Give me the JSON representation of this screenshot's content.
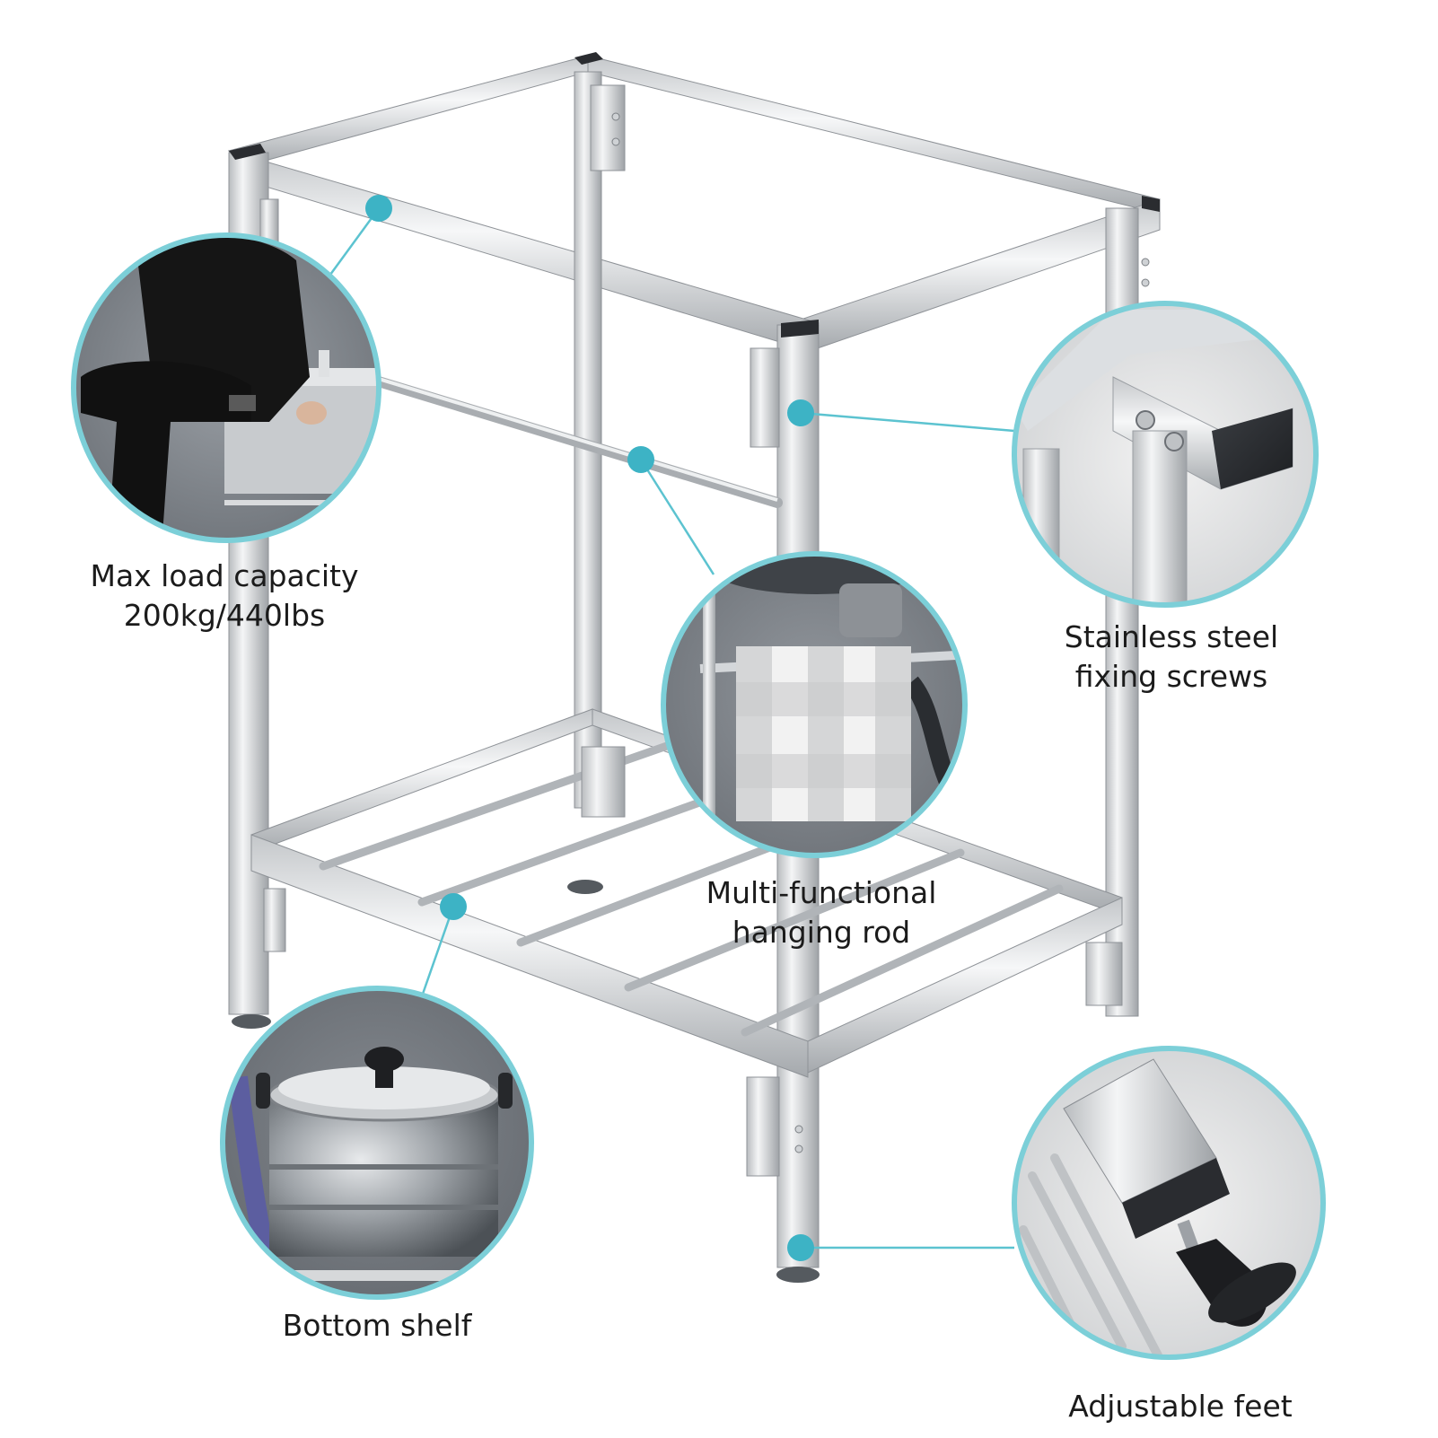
{
  "accent_color": "#5cc3d0",
  "product": {
    "description": "stainless steel sink stand frame with hanging rod and bottom shelf"
  },
  "callouts": {
    "load": {
      "line1": "Max load capacity",
      "line2": "200kg/440lbs",
      "inset_icon": "person-sitting-on-sink-photo"
    },
    "screws": {
      "line1": "Stainless steel",
      "line2": "fixing screws",
      "inset_icon": "frame-corner-screw-photo"
    },
    "rod": {
      "line1": "Multi-functional",
      "line2": "hanging rod",
      "inset_icon": "towel-on-rod-photo"
    },
    "shelf": {
      "line1": "Bottom shelf",
      "inset_icon": "steamer-pot-photo"
    },
    "feet": {
      "line1": "Adjustable feet",
      "inset_icon": "adjustable-foot-photo"
    }
  }
}
